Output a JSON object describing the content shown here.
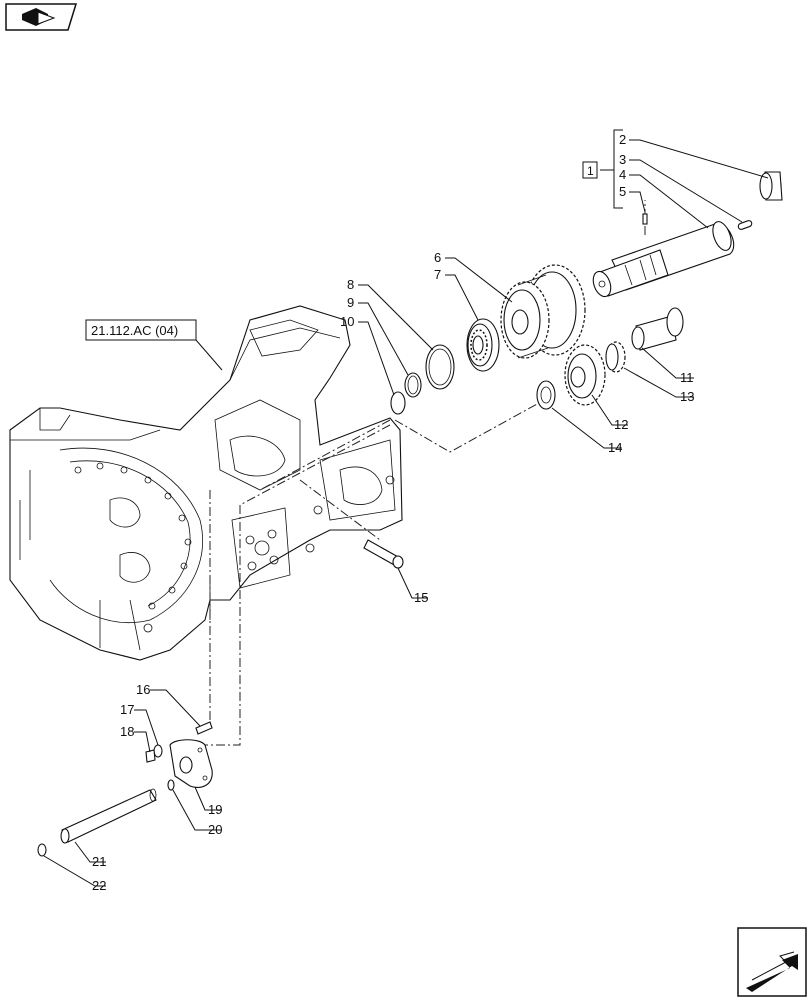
{
  "drawing": {
    "reference_box": "21.112.AC (04)",
    "group_box": "1",
    "callouts": [
      "2",
      "3",
      "4",
      "5",
      "6",
      "7",
      "8",
      "9",
      "10",
      "11",
      "12",
      "13",
      "14",
      "15",
      "16",
      "17",
      "18",
      "19",
      "20",
      "21",
      "22"
    ]
  },
  "icons": {
    "top_left": "previous-page-icon",
    "bottom_right": "next-page-icon"
  }
}
